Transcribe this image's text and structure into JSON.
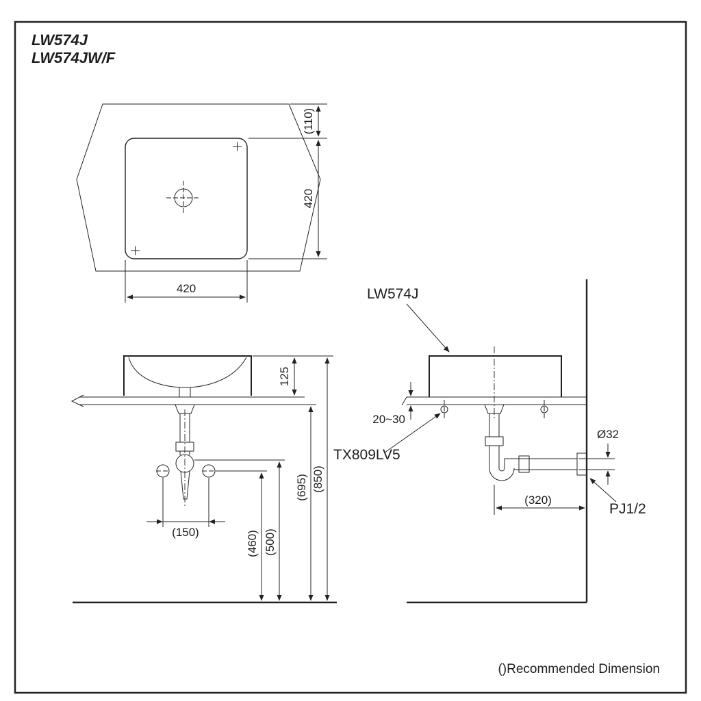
{
  "titles": {
    "model_1": "LW574J",
    "model_2": "LW574JW/F"
  },
  "top_view": {
    "dim_counter_offset": "(110)",
    "dim_depth": "420",
    "dim_width": "420"
  },
  "front_view": {
    "dim_rim_above_counter": "125",
    "dim_supply_spacing": "(150)",
    "dim_height_460": "(460)",
    "dim_height_500": "(500)",
    "dim_counter_height": "(695)",
    "dim_rim_height": "(850)"
  },
  "side_view": {
    "sink_label": "LW574J",
    "drain_fitting_label": "TX809LV5",
    "wall_pipe_label": "PJ1/2",
    "dim_counter_thickness": "20~30",
    "dim_trap_to_wall": "(320)",
    "dim_pipe_diameter": "Ø32"
  },
  "footnote": "()Recommended Dimension"
}
